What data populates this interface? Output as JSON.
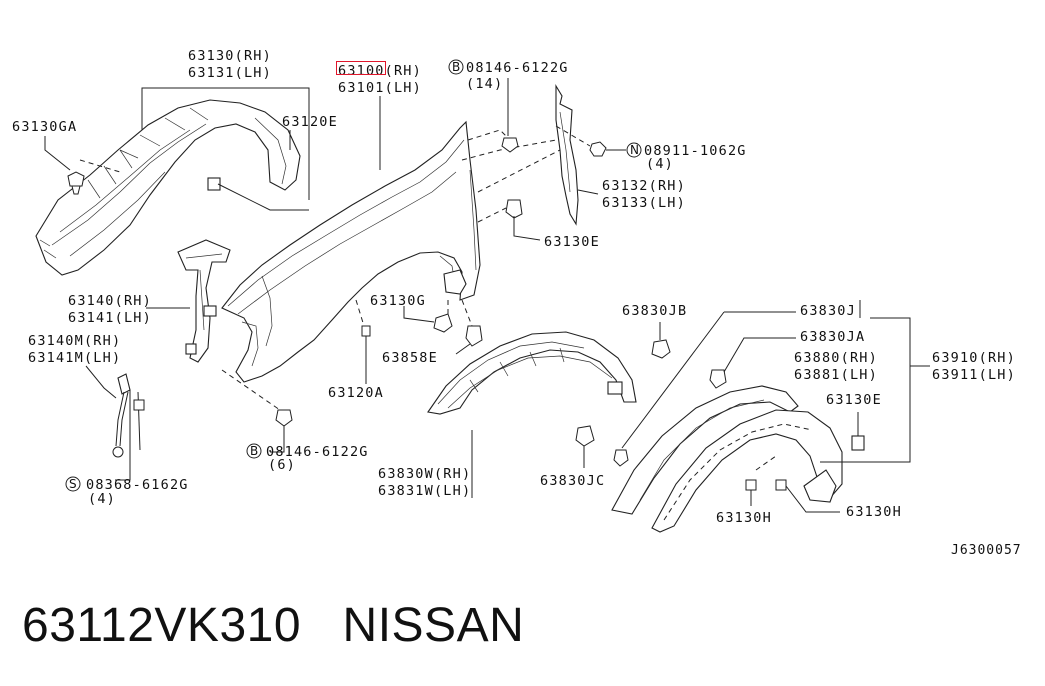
{
  "labels": {
    "rh_63130": "63130(RH)",
    "lh_63131": "63131(LH)",
    "fender_rh": "63100(RH)",
    "fender_lh": "63101(LH)",
    "bolt_top_num": "08146-6122G",
    "bolt_top_qty": "(14)",
    "l_63130GA": "63130GA",
    "l_63120E": "63120E",
    "nut_num": "08911-1062G",
    "nut_qty": "(4)",
    "l_63132": "63132(RH)",
    "l_63133": "63133(LH)",
    "l_63130E_a": "63130E",
    "l_63140": "63140(RH)",
    "l_63141": "63141(LH)",
    "l_63140M": "63140M(RH)",
    "l_63141M": "63141M(LH)",
    "l_63130G": "63130G",
    "l_63858E": "63858E",
    "l_63120A": "63120A",
    "l_63830JB": "63830JB",
    "l_63830J": "63830J",
    "l_63830JA": "63830JA",
    "l_63880": "63880(RH)",
    "l_63881": "63881(LH)",
    "l_63910": "63910(RH)",
    "l_63911": "63911(LH)",
    "l_63130E_b": "63130E",
    "bolt_bot_num": "08146-6122G",
    "bolt_bot_qty": "(6)",
    "screw_num": "08368-6162G",
    "screw_qty": "(4)",
    "l_63830W": "63830W(RH)",
    "l_63831W": "63831W(LH)",
    "l_63830JC": "63830JC",
    "l_63130H_a": "63130H",
    "l_63130H_b": "63130H",
    "prefix_B": "B",
    "prefix_N": "N",
    "prefix_S": "S"
  },
  "figure_code": "J6300057",
  "part_caption": "63112VK310   NISSAN",
  "highlight_color": "#e0162b"
}
